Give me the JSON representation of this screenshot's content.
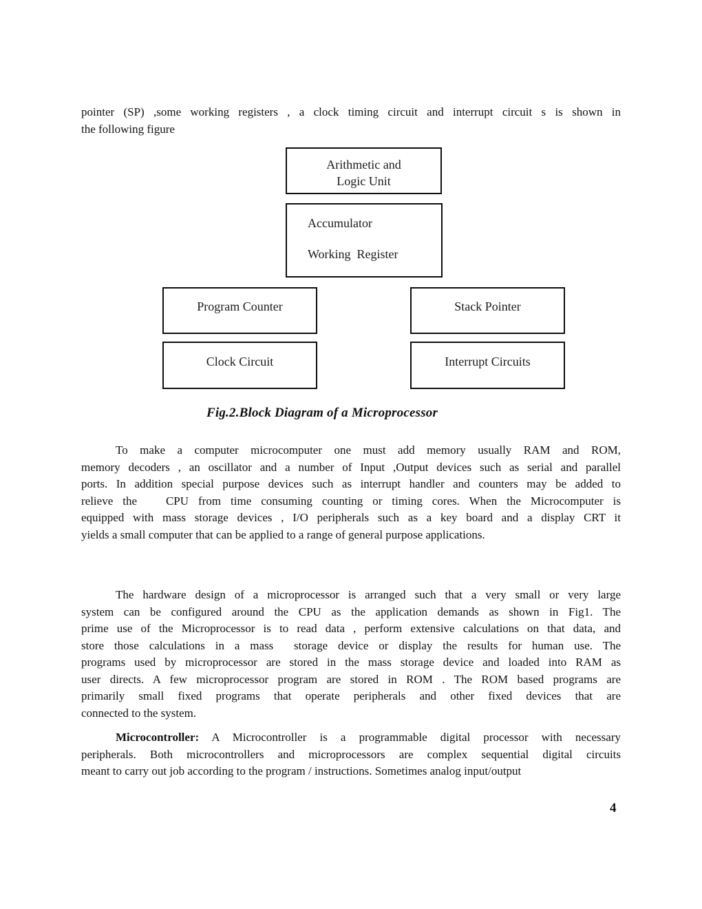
{
  "page": {
    "number": "4"
  },
  "intro": {
    "line1": "pointer (SP) ,some working registers , a clock timing circuit and interrupt circuit s is shown in",
    "line2": "the following figure"
  },
  "diagram": {
    "caption": "Fig.2.Block Diagram of a Microprocessor",
    "boxes": {
      "alu_line1": "Arithmetic and",
      "alu_line2": "Logic Unit",
      "accumulator_line1": "Accumulator",
      "accumulator_line2": "Working  Register",
      "program_counter": "Program Counter",
      "stack_pointer": "Stack Pointer",
      "clock_circuit": "Clock Circuit",
      "interrupt_circuits": "Interrupt Circuits"
    }
  },
  "para1": {
    "line1": "To make a computer microcomputer one must add memory usually RAM and ROM,",
    "line2": "memory decoders , an oscillator and a number of Input ,Output devices such as serial and parallel",
    "line3": "ports. In addition special purpose devices such as interrupt handler and counters may be added to",
    "line4": "relieve the   CPU from time consuming counting or timing cores. When the Microcomputer is",
    "line5": "equipped with mass storage devices , I/O peripherals such as a key board and a display CRT it",
    "line6": "yields a small computer that can be applied to a range of general purpose applications."
  },
  "para2": {
    "line1": "The hardware design of a microprocessor is arranged such that a very small or very large",
    "line2": "system can be configured around the CPU as the application demands as shown in Fig1. The",
    "line3": "prime use of the Microprocessor is to read data , perform extensive calculations on that data, and",
    "line4": "store those calculations in a mass  storage device or display the results for human use. The",
    "line5": "programs used by microprocessor are stored in the mass storage device and loaded into RAM as",
    "line6": "user directs. A few microprocessor program are stored in ROM . The ROM based programs are",
    "line7": "primarily small fixed programs that operate peripherals and other fixed devices that are",
    "line8": "connected to the system."
  },
  "para3": {
    "lead": "Microcontroller:",
    "line1_rest": " A Microcontroller is a programmable digital processor with necessary",
    "line2": "peripherals. Both microcontrollers and microprocessors are complex sequential digital circuits",
    "line3": "meant to carry out job according to the program / instructions. Sometimes analog input/output"
  }
}
